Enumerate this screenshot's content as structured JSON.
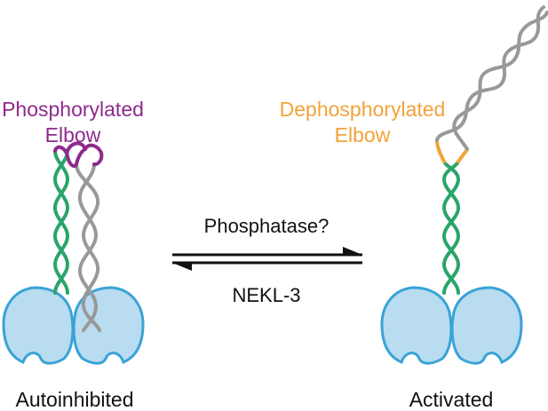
{
  "diagram": {
    "left_state": {
      "label": "Autoinhibited",
      "elbow_label_line1": "Phosphorylated",
      "elbow_label_line2": "Elbow",
      "elbow_color": "#8e2a8e"
    },
    "right_state": {
      "label": "Activated",
      "elbow_label_line1": "Dephosphorylated",
      "elbow_label_line2": "Elbow",
      "elbow_color": "#f2a23a"
    },
    "forward_reaction": "Phosphatase?",
    "reverse_reaction": "NEKL-3",
    "colors": {
      "helix_green": "#2aa56a",
      "helix_gray": "#999999",
      "head_fill": "#b9dcf1",
      "head_stroke": "#3aa3d6",
      "arrow": "#111111",
      "text": "#111111"
    }
  }
}
